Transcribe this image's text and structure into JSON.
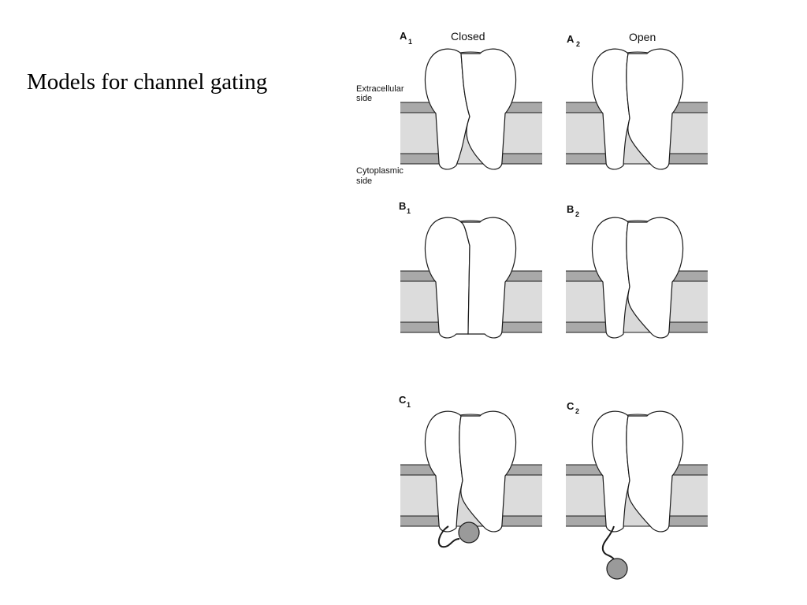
{
  "slide": {
    "title": "Models for channel gating"
  },
  "figure": {
    "col_headers": {
      "closed": "Closed",
      "open": "Open"
    },
    "side_labels": {
      "extracellular_1": "Extracellular",
      "extracellular_2": "side",
      "cytoplasmic_1": "Cytoplasmic",
      "cytoplasmic_2": "side"
    },
    "panels": [
      {
        "id": "A1",
        "letter": "A",
        "sub": "1",
        "state": "closed"
      },
      {
        "id": "A2",
        "letter": "A",
        "sub": "2",
        "state": "open"
      },
      {
        "id": "B1",
        "letter": "B",
        "sub": "1",
        "state": "closed"
      },
      {
        "id": "B2",
        "letter": "B",
        "sub": "2",
        "state": "open"
      },
      {
        "id": "C1",
        "letter": "C",
        "sub": "1",
        "state": "closed"
      },
      {
        "id": "C2",
        "letter": "C",
        "sub": "2",
        "state": "open"
      }
    ],
    "colors": {
      "membrane_fill": "#dcdcdc",
      "membrane_band": "#a9a9a9",
      "pore_fill": "#d9d9d9",
      "protein_fill": "#ffffff",
      "ball_fill": "#9a9a9a",
      "stroke": "#1a1a1a"
    }
  }
}
